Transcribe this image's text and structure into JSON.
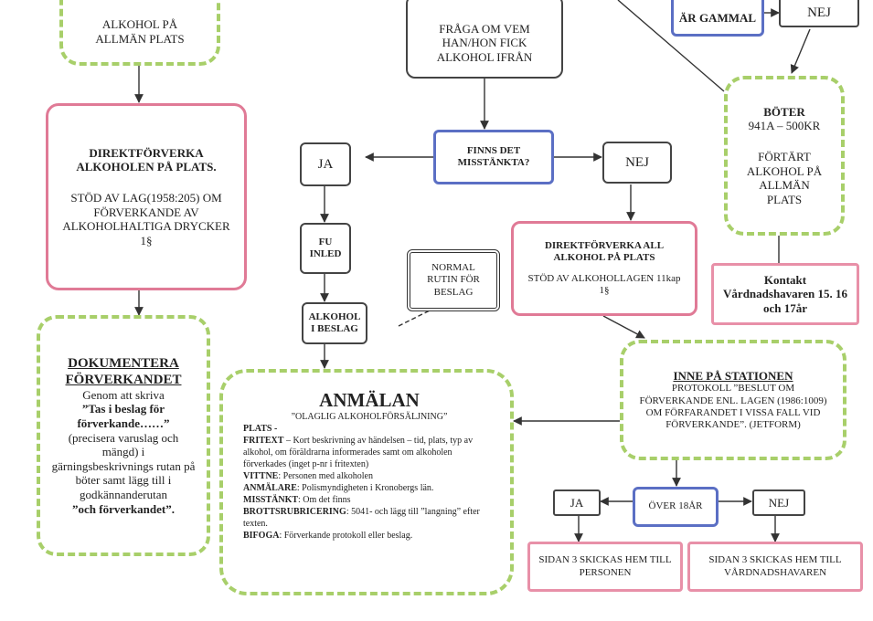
{
  "colors": {
    "green": "#a8cf6a",
    "pink": "#e07a96",
    "blue": "#5b6fc4",
    "dark": "#333333"
  },
  "top_left": {
    "line1": "ALKOHOL PÅ",
    "line2": "ALLMÄN PLATS"
  },
  "fraga": {
    "text": "FRÅGA OM VEM HAN/HON FICK ALKOHOL IFRÅN"
  },
  "ar_gammal": {
    "text": "ÄR GAMMAL"
  },
  "top_nej": {
    "text": "NEJ"
  },
  "direkt_left": {
    "title": "DIREKTFÖRVERKA ALKOHOLEN PÅ PLATS.",
    "body": "STÖD AV LAG(1958:205) OM FÖRVERKANDE AV ALKOHOLHALTIGA DRYCKER 1§"
  },
  "boter": {
    "title": "BÖTER",
    "amount": "941A – 500KR",
    "body": "FÖRTÄRT ALKOHOL PÅ ALLMÄN PLATS"
  },
  "finns": {
    "text": "FINNS DET MISSTÄNKTA?"
  },
  "ja1": {
    "text": "JA"
  },
  "nej1": {
    "text": "NEJ"
  },
  "fu": {
    "text": "FU INLED"
  },
  "normal": {
    "text": "NORMAL RUTIN FÖR BESLAG"
  },
  "direkt_all": {
    "title": "DIREKTFÖRVERKA ALL ALKOHOL PÅ PLATS",
    "body": "STÖD AV ALKOHOLLAGEN 11kap 1§"
  },
  "kontakt": {
    "text": "Kontakt Vårdnadshavaren 15. 16 och 17år"
  },
  "alkohol_beslag": {
    "text": "ALKOHOL I BESLAG"
  },
  "dokumentera": {
    "title": "DOKUMENTERA FÖRVERKANDET",
    "l1": "Genom att skriva",
    "l2": "”Tas i beslag för förverkande……”",
    "l3": "(precisera varuslag och mängd) i gärningsbeskrivnings rutan på böter samt lägg till i godkännanderutan",
    "l4": "”och förverkandet”."
  },
  "anmalan": {
    "title": "ANMÄLAN",
    "subtitle": "”OLAGLIG ALKOHOLFÖRSÄLJNING”",
    "plats_label": "PLATS -",
    "fritext_label": "FRITEXT",
    "fritext": " – Kort beskrivning av händelsen – tid, plats, typ av alkohol, om föräldrarna informerades samt om alkoholen förverkades (inget p-nr i fritexten)",
    "vittne_label": "VITTNE",
    "vittne": ": Personen med alkoholen",
    "anmalare_label": "ANMÄLARE",
    "anmalare": ": Polismyndigheten i Kronobergs län.",
    "misstankt_label": "MISSTÄNKT",
    "misstankt": ": Om det finns",
    "brotts_label": "BROTTSRUBRICERING",
    "brotts": ": 5041- och lägg till ”langning” efter texten.",
    "bifoga_label": "BIFOGA",
    "bifoga": ": Förverkande protokoll eller beslag."
  },
  "inne": {
    "title": "INNE PÅ STATIONEN",
    "body": "PROTOKOLL ”BESLUT OM FÖRVERKANDE ENL. LAGEN (1986:1009) OM FÖRFARANDET I VISSA FALL VID FÖRVERKANDE”. (JETFORM)"
  },
  "over18": {
    "text": "ÖVER 18ÅR"
  },
  "ja2": {
    "text": "JA"
  },
  "nej2": {
    "text": "NEJ"
  },
  "sidan_person": {
    "text": "SIDAN 3 SKICKAS HEM TILL PERSONEN"
  },
  "sidan_vard": {
    "text": "SIDAN 3 SKICKAS HEM TILL VÅRDNADSHAVAREN"
  }
}
